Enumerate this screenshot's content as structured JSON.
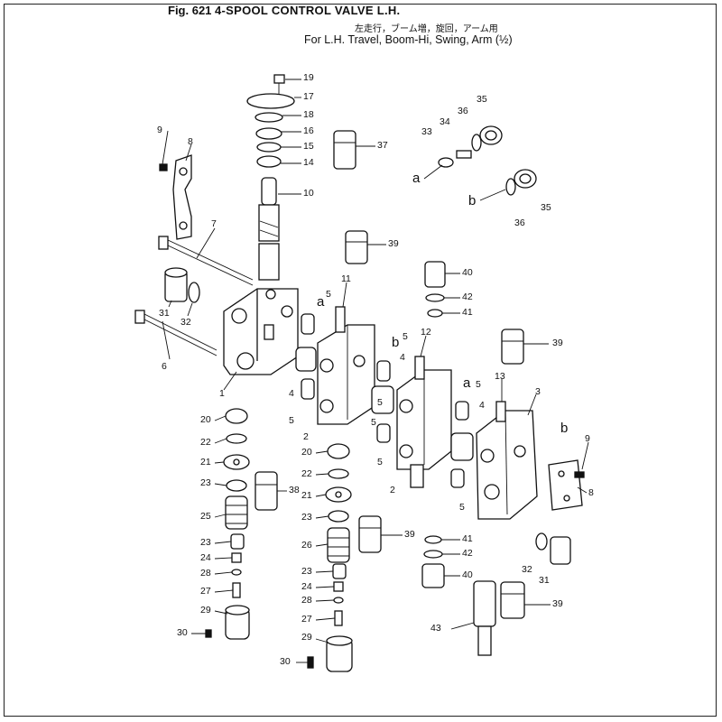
{
  "header": {
    "fig_num": "Fig. 621",
    "title": "4-SPOOL CONTROL VALVE L.H.",
    "jp_subtitle": "左走行，ブーム増，旋回，アーム用",
    "en_subtitle": "For L.H. Travel, Boom-Hi, Swing, Arm (½)"
  },
  "callouts": {
    "c19": "19",
    "c17": "17",
    "c18": "18",
    "c16": "16",
    "c15": "15",
    "c14": "14",
    "c10": "10",
    "c9": "9",
    "c8": "8",
    "c37": "37",
    "c33": "33",
    "c34": "34",
    "c36a": "36",
    "c35a": "35",
    "c_a1": "a",
    "c_b1": "b",
    "c36b": "36",
    "c35b": "35",
    "c7": "7",
    "c39a": "39",
    "c11": "11",
    "c40a": "40",
    "c42a": "42",
    "c41a": "41",
    "c31a": "31",
    "c32a": "32",
    "c6": "6",
    "c5a": "5",
    "c_a2": "a",
    "c4a": "4",
    "c5b": "5",
    "c_b2": "b",
    "c5c": "5",
    "c12": "12",
    "c39b": "39",
    "c1": "1",
    "c4b": "4",
    "c5d": "5",
    "c_a3": "a",
    "c5e": "5",
    "c13": "13",
    "c3": "3",
    "c4c": "4",
    "c_b3": "b",
    "c9b": "9",
    "c8b": "8",
    "c5f": "5",
    "c2a": "2",
    "c2b": "2",
    "c5g": "5",
    "c20a": "20",
    "c22a": "22",
    "c21a": "21",
    "c23a": "23",
    "c38": "38",
    "c25": "25",
    "c23b": "23",
    "c24a": "24",
    "c28a": "28",
    "c27a": "27",
    "c29a": "29",
    "c30a": "30",
    "c20b": "20",
    "c22b": "22",
    "c21b": "21",
    "c23c": "23",
    "c26": "26",
    "c23d": "23",
    "c24b": "24",
    "c28b": "28",
    "c27b": "27",
    "c29b": "29",
    "c30b": "30",
    "c39c": "39",
    "c41b": "41",
    "c42b": "42",
    "c40b": "40",
    "c32b": "32",
    "c31b": "31",
    "c39d": "39",
    "c43": "43",
    "c5h": "5"
  }
}
